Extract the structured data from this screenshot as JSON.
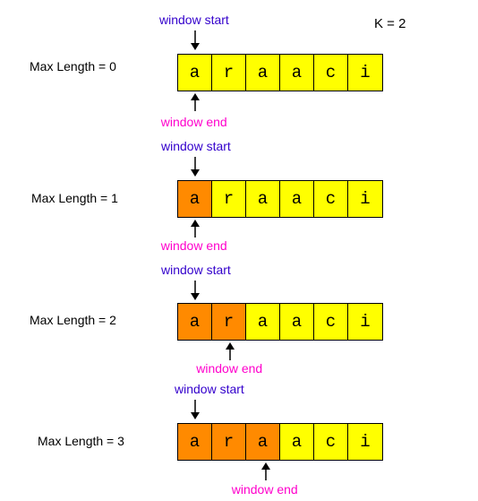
{
  "k_label": "K = 2",
  "window_start_label": "window start",
  "window_end_label": "window end",
  "colors": {
    "cell_default": "#ffff00",
    "cell_in_window": "#ff8a00",
    "window_start_text": "#3300cc",
    "window_end_text": "#ff00cc"
  },
  "rows": [
    {
      "max_length": "Max Length = 0",
      "chars": [
        "a",
        "r",
        "a",
        "a",
        "c",
        "i"
      ],
      "window_start": 0,
      "window_end": 0,
      "in_window": []
    },
    {
      "max_length": "Max Length = 1",
      "chars": [
        "a",
        "r",
        "a",
        "a",
        "c",
        "i"
      ],
      "window_start": 0,
      "window_end": 0,
      "in_window": [
        0
      ]
    },
    {
      "max_length": "Max Length = 2",
      "chars": [
        "a",
        "r",
        "a",
        "a",
        "c",
        "i"
      ],
      "window_start": 0,
      "window_end": 1,
      "in_window": [
        0,
        1
      ]
    },
    {
      "max_length": "Max Length = 3",
      "chars": [
        "a",
        "r",
        "a",
        "a",
        "c",
        "i"
      ],
      "window_start": 0,
      "window_end": 2,
      "in_window": [
        0,
        1,
        2
      ]
    }
  ]
}
